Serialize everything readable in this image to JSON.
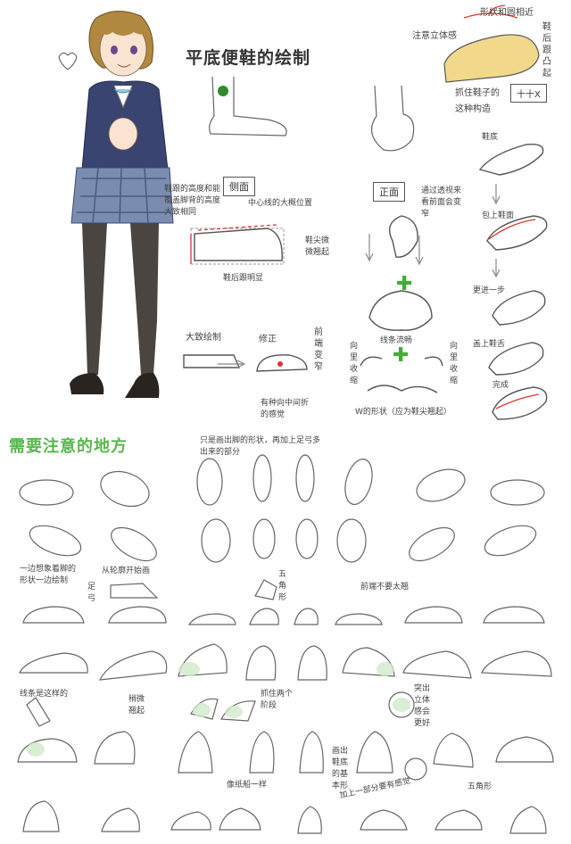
{
  "title": "平底便鞋的绘制",
  "section2": "需要注意的地方",
  "top_right": {
    "note_3d": "注意立体感",
    "note_shape": "形状和圆相近",
    "note_heel": "鞋后跟凸起",
    "note_grab": "抓住鞋子的",
    "note_structure": "这种构造",
    "box_cross": "十十X"
  },
  "side_view": {
    "box": "侧面",
    "heel_height": "鞋跟的高度和能覆盖脚背的高度大致相同",
    "centerline": "中心线的大概位置",
    "toe_up": "鞋尖微微翘起",
    "heel_clear": "鞋后跟明显"
  },
  "front_view": {
    "box": "正面",
    "perspective": "通过透视来看前面会变窄",
    "smooth_lines": "线条流畅",
    "shrink_left": "向里收缩",
    "shrink_right": "向里收缩",
    "w_shape": "W的形状（应为鞋尖翘起）"
  },
  "steps": {
    "sole": "鞋底",
    "upper": "包上鞋面",
    "further": "更进一步",
    "tongue": "盖上鞋舌",
    "done": "完成"
  },
  "rough": {
    "rough_draw": "大致绘制",
    "fix": "修正",
    "front_narrow": "前端变窄",
    "fold_center": "有种向中间折的感觉"
  },
  "tips": {
    "foot_only": "只是画出脚的形状，再加上足弓多出来的部分",
    "side_shape": "一边想象着脚的形状一边绘制",
    "from_contour": "从轮廓开始画",
    "arch": "足弓",
    "pentagon": "五角形",
    "front_not_too_up": "前端不要太翘",
    "line_like": "线条是这样的",
    "slight_up": "稍微翘起",
    "two_stages": "抓住两个阶段",
    "stereo": "突出立体感会更好",
    "base_shape": "画出鞋底的基本形",
    "add_part": "加上一部分要有感觉",
    "boat_like": "像纸船一样",
    "pentagon2": "五角形"
  },
  "colors": {
    "accent_green": "#3fae35",
    "title_green": "#58b84d",
    "blazer_navy": "#3a4470",
    "tights": "#4a4540",
    "hair": "#a07a3a"
  }
}
